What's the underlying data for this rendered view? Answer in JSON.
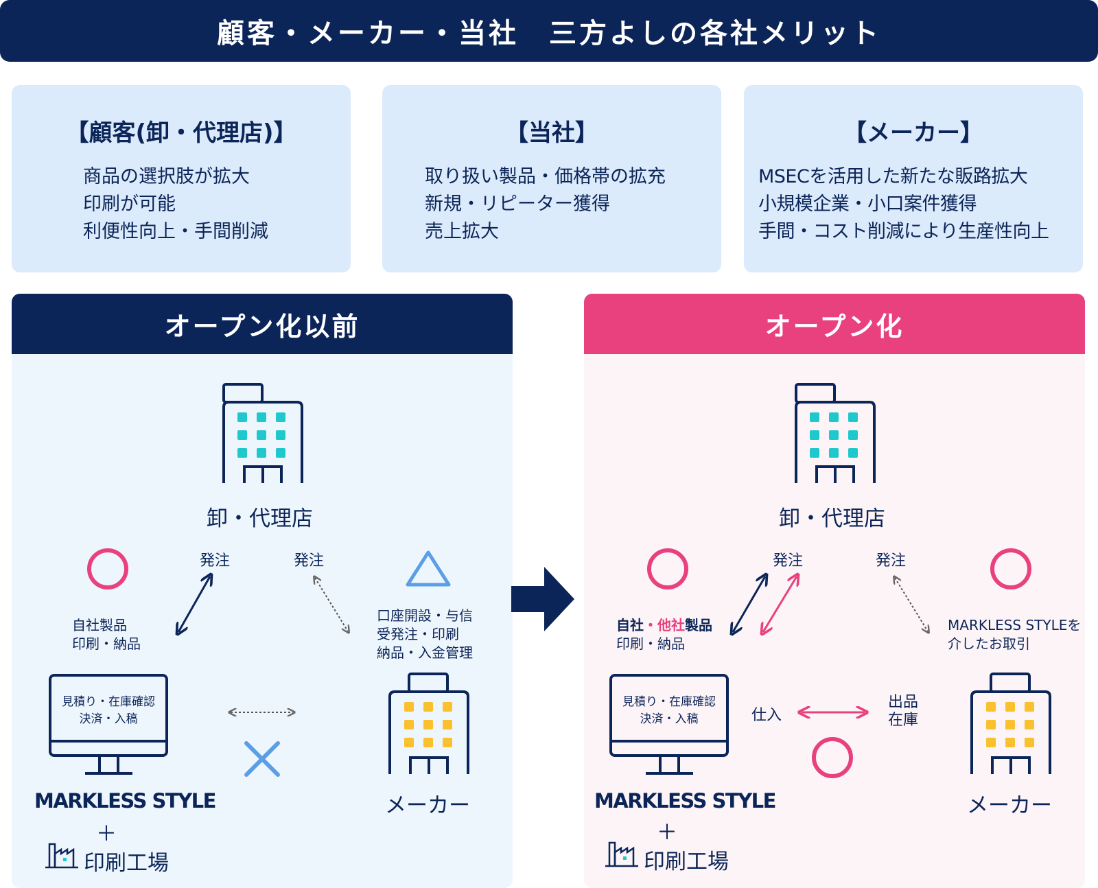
{
  "banner": {
    "title": "顧客・メーカー・当社　三方よしの各社メリット"
  },
  "cards": [
    {
      "title": "【顧客(卸・代理店)】",
      "lines": [
        "商品の選択肢が拡大",
        "印刷が可能",
        "利便性向上・手間削減"
      ]
    },
    {
      "title": "【当社】",
      "lines": [
        "取り扱い製品・価格帯の拡充",
        "新規・リピーター獲得",
        "売上拡大"
      ]
    },
    {
      "title": "【メーカー】",
      "lines": [
        "MSECを活用した新たな販路拡大",
        "小規模企業・小口案件獲得",
        "手間・コスト削減により生産性向上"
      ]
    }
  ],
  "before": {
    "title": "オープン化以前",
    "wholesaler": "卸・代理店",
    "order_left": "発注",
    "order_right": "発注",
    "own_products": [
      "自社製品",
      "印刷・納品"
    ],
    "maker_tasks": [
      "口座開設・与信",
      "受発注・印刷",
      "納品・入金管理"
    ],
    "monitor_text": [
      "見積り・在庫確認",
      "決済・入稿"
    ],
    "markless": "MARKLESS STYLE",
    "plus": "＋",
    "factory": "印刷工場",
    "maker": "メーカー"
  },
  "after": {
    "title": "オープン化",
    "wholesaler": "卸・代理店",
    "order_left": "発注",
    "order_right": "発注",
    "products_self": "自社",
    "products_dot": "・",
    "products_other": "他社",
    "products_suffix": "製品",
    "products_line2": "印刷・納品",
    "via": [
      "MARKLESS STYLEを",
      "介したお取引"
    ],
    "monitor_text": [
      "見積り・在庫確認",
      "決済・入稿"
    ],
    "purchase": "仕入",
    "listing": [
      "出品",
      "在庫"
    ],
    "markless": "MARKLESS STYLE",
    "plus": "＋",
    "factory": "印刷工場",
    "maker": "メーカー"
  },
  "colors": {
    "navy": "#0c2558",
    "pink": "#e8417e",
    "teal": "#1ec8cc",
    "yellow": "#fbc02d",
    "light_blue": "#5a9ee6",
    "card_bg": "#dcebfb",
    "before_bg": "#eef6fd",
    "after_bg": "#fcf4f7"
  }
}
